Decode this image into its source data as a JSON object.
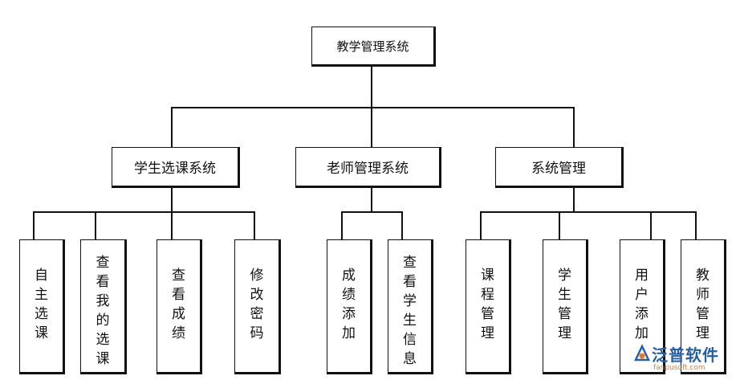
{
  "diagram": {
    "root": {
      "label": "教学管理系统"
    },
    "groups": [
      {
        "label": "学生选课系统",
        "children": [
          "自主选课",
          "查看我的选课",
          "查看成绩",
          "修改密码"
        ]
      },
      {
        "label": "老师管理系统",
        "children": [
          "成绩添加",
          "查看学生信息"
        ]
      },
      {
        "label": "系统管理",
        "children": [
          "课程管理",
          "学生管理",
          "用户添加",
          "教师管理"
        ]
      }
    ]
  },
  "logo": {
    "brand": "泛普软件",
    "url": "fanpusoft.com"
  },
  "colors": {
    "line": "#111111",
    "logo_blue": "#2a5f9e",
    "logo_orange": "#e07b2a"
  }
}
